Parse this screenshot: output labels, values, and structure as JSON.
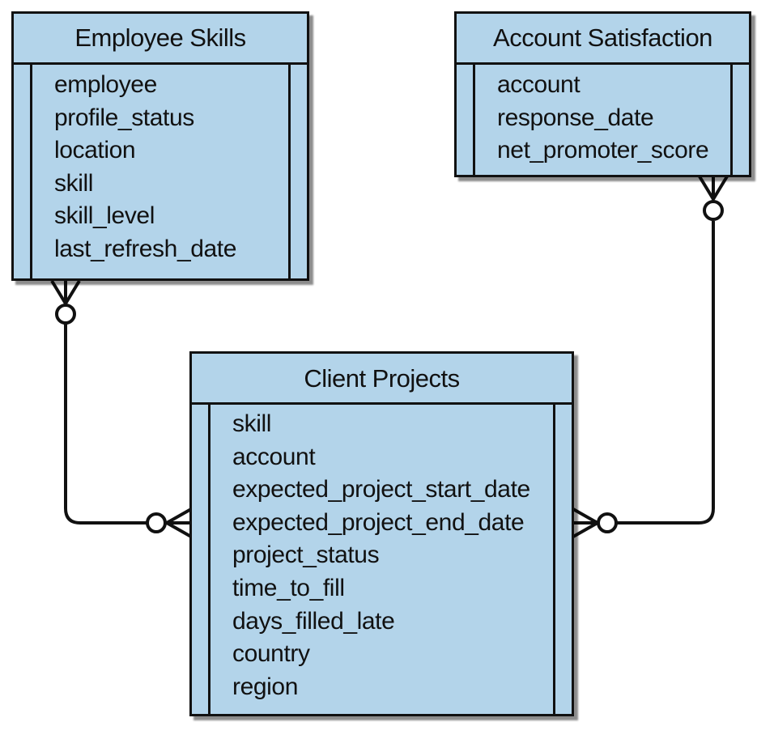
{
  "entities": {
    "employee_skills": {
      "title": "Employee Skills",
      "attributes": [
        "employee",
        "profile_status",
        "location",
        "skill",
        "skill_level",
        "last_refresh_date"
      ]
    },
    "account_satisfaction": {
      "title": "Account Satisfaction",
      "attributes": [
        "account",
        "response_date",
        "net_promoter_score"
      ]
    },
    "client_projects": {
      "title": "Client Projects",
      "attributes": [
        "skill",
        "account",
        "expected_project_start_date",
        "expected_project_end_date",
        "project_status",
        "time_to_fill",
        "days_filled_late",
        "country",
        "region"
      ]
    }
  },
  "relationships": [
    {
      "from": "employee_skills",
      "to": "client_projects",
      "from_cardinality": "zero-or-many",
      "to_cardinality": "zero-or-many"
    },
    {
      "from": "account_satisfaction",
      "to": "client_projects",
      "from_cardinality": "zero-or-many",
      "to_cardinality": "zero-or-many"
    }
  ],
  "colors": {
    "entity_fill": "#b3d4ea",
    "stroke": "#111111"
  }
}
